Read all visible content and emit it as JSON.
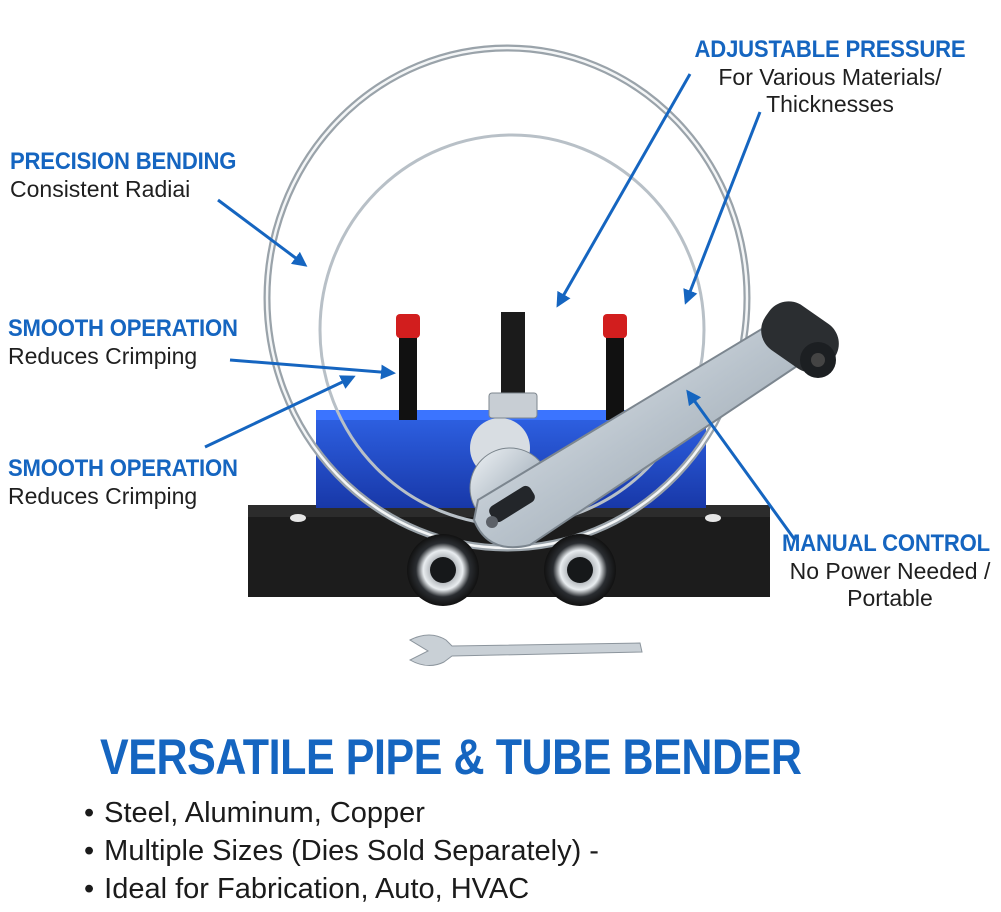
{
  "callouts": {
    "precision": {
      "heading": "PRECISION BENDING",
      "detail": "Consistent Radiai"
    },
    "smooth_top": {
      "heading": "SMOOTH OPERATION",
      "detail": "Reduces Crimping"
    },
    "smooth_bottom": {
      "heading": "SMOOTH OPERATION",
      "detail": "Reduces Crimping"
    },
    "adjustable": {
      "heading": "ADJUSTABLE PRESSURE",
      "detail_line1": "For Various Materials/",
      "detail_line2": "Thicknesses"
    },
    "manual": {
      "heading": "MANUAL CONTROL",
      "detail_line1": "No Power Needed /",
      "detail_line2": "Portable"
    }
  },
  "title": "VERSATILE PIPE & TUBE BENDER",
  "features": [
    "Steel, Aluminum, Copper",
    "Multiple Sizes (Dies Sold Separately) -",
    "Ideal for Fabrication, Auto, HVAC"
  ],
  "colors": {
    "accent_blue": "#1565c0",
    "body_blue": "#1f4fd1",
    "base_black": "#1a1a1a",
    "knob_red": "#d21e1e",
    "steel": "#c9d0d6"
  },
  "icons": [
    "pipe-bender-illustration",
    "wrench-icon",
    "arrow-icon"
  ]
}
